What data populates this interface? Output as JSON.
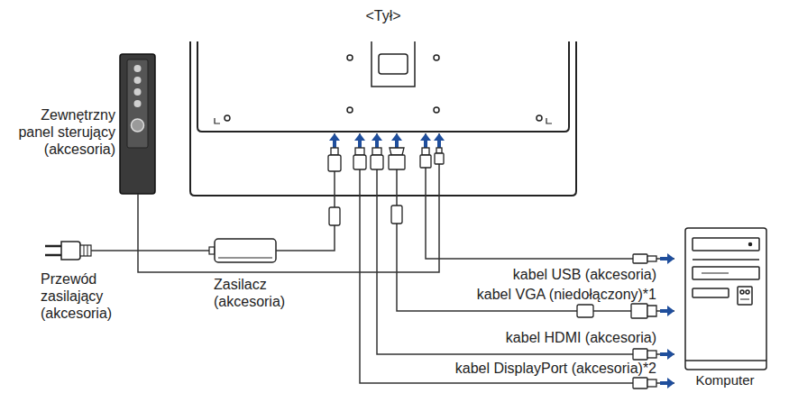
{
  "diagram": {
    "nodes": [
      {
        "text": [
          "<Tył>"
        ]
      },
      {
        "text": [
          "Zewnętrzny panel sterujący (akcesoria)"
        ]
      },
      {
        "text": [
          "Przewód zasilający (akcesoria)"
        ]
      },
      {
        "text": [
          "Zasilacz (akcesoria)"
        ]
      },
      {
        "text": [
          "Komputer"
        ]
      }
    ],
    "edges": [
      {
        "from": 1,
        "to": 0,
        "arrow": "to"
      },
      {
        "from": 2,
        "to": 3,
        "arrow": "none"
      },
      {
        "from": 3,
        "to": 0,
        "arrow": "to"
      },
      {
        "from": 0,
        "to": 4,
        "arrow": "both",
        "label": "kabel USB (akcesoria)"
      },
      {
        "from": 0,
        "to": 4,
        "arrow": "both",
        "label": "kabel VGA (niedołączony)*1"
      },
      {
        "from": 0,
        "to": 4,
        "arrow": "both",
        "label": "kabel HDMI (akcesoria)"
      },
      {
        "from": 0,
        "to": 4,
        "arrow": "both",
        "label": "kabel DisplayPort (akcesoria)*2"
      }
    ]
  }
}
